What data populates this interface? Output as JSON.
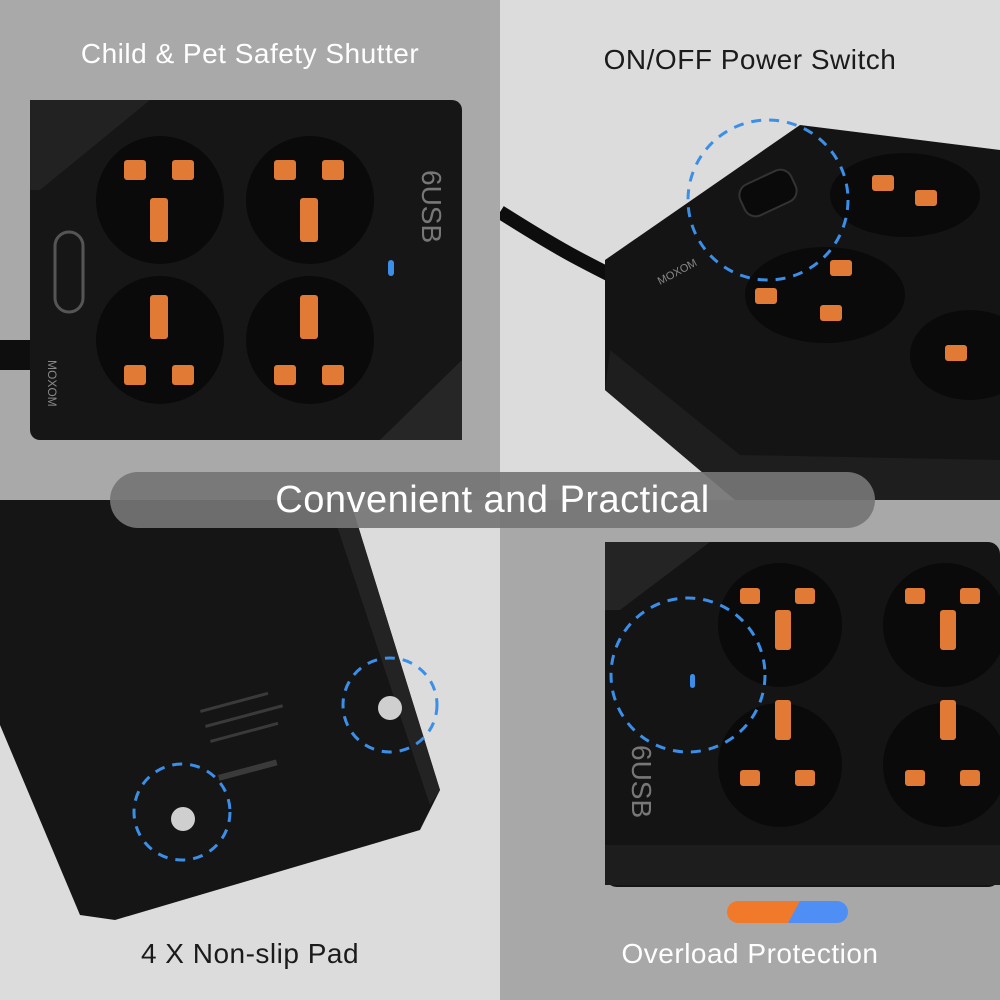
{
  "banner": {
    "text": "Convenient and Practical"
  },
  "panels": {
    "top_left": {
      "caption": "Child & Pet Safety Shutter",
      "label_usb": "6USB",
      "brand": "MOXOM"
    },
    "top_right": {
      "caption": "ON/OFF Power Switch",
      "brand": "MOXOM"
    },
    "bottom_left": {
      "caption": "4 X Non-slip Pad"
    },
    "bottom_right": {
      "caption": "Overload Protection",
      "label_usb": "6USB"
    }
  },
  "colors": {
    "bg_light": "#dcdcdc",
    "bg_dark": "#a8a8a8",
    "body": "#111111",
    "socket_orange": "#e07a35",
    "highlight_blue": "#3b8fe8",
    "indicator_orange": "#f07a2a",
    "indicator_blue": "#4f8ff5"
  }
}
